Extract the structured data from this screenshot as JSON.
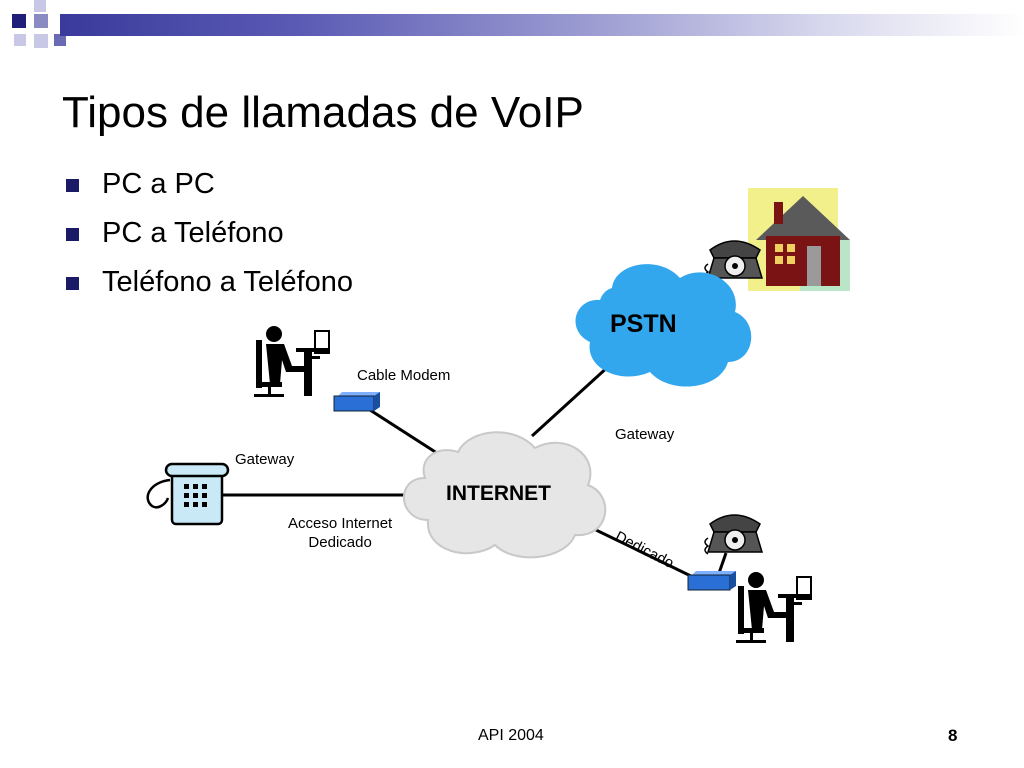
{
  "slide": {
    "title": "Tipos de llamadas de VoIP",
    "bullets": [
      "PC a PC",
      "PC a Teléfono",
      "Teléfono a Teléfono"
    ],
    "footer": "API 2004",
    "page_number": "8"
  },
  "diagram": {
    "clouds": {
      "pstn": "PSTN",
      "internet": "INTERNET"
    },
    "labels": {
      "cable_modem": "Cable Modem",
      "gateway_left": "Gateway",
      "gateway_right": "Gateway",
      "acceso_line1": "Acceso Internet",
      "acceso_line2": "Dedicado",
      "dedicado": "Dedicado"
    }
  },
  "colors": {
    "accent": "#3a3a9c",
    "bullet": "#1a1a66",
    "pstn_cloud": "#33a7ee",
    "internet_cloud": "#e6e6e6",
    "modem": "#2a6fd6",
    "house_roof": "#5a5a5a",
    "house_wall": "#7a1414",
    "house_bg_yellow": "#f2f08a",
    "house_bg_green": "#b9e6c6"
  }
}
